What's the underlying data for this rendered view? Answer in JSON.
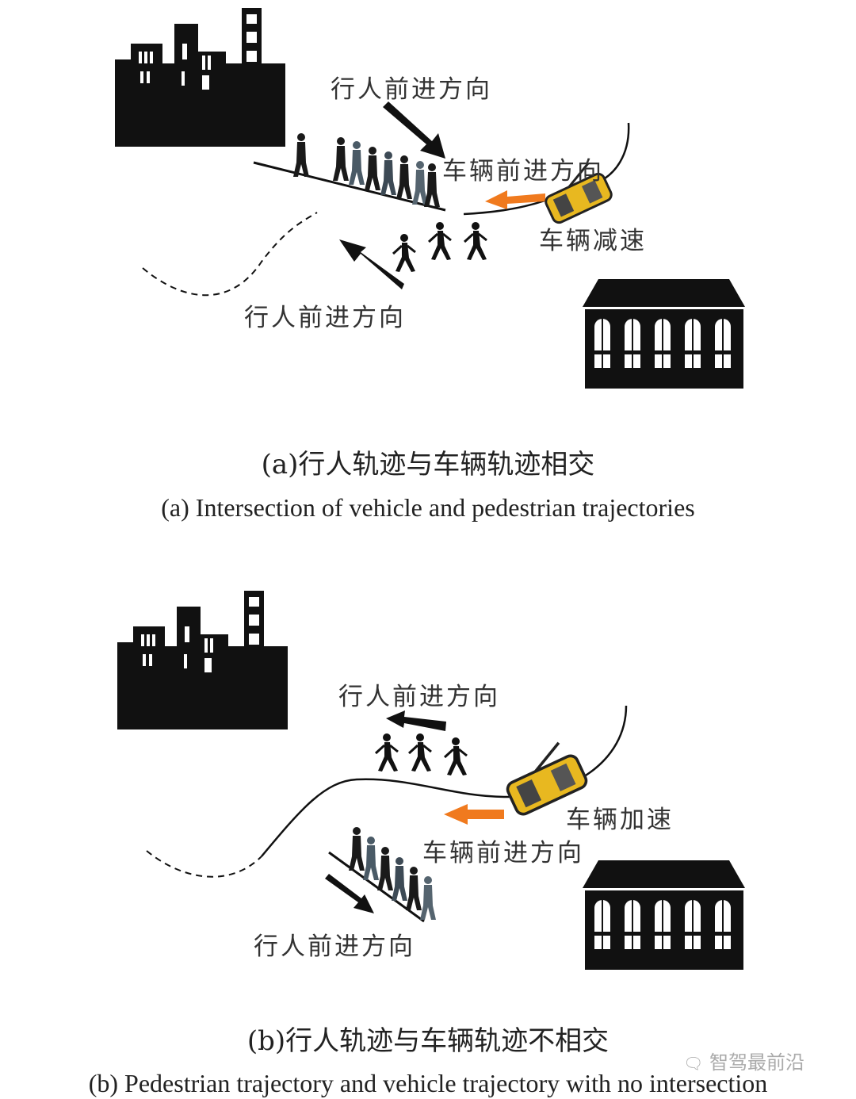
{
  "panel_a": {
    "labels": {
      "ped_dir_top": "行人前进方向",
      "veh_dir": "车辆前进方向",
      "veh_action": "车辆减速",
      "ped_dir_bottom": "行人前进方向"
    },
    "caption_zh": "(a)行人轨迹与车辆轨迹相交",
    "caption_en": "(a) Intersection of vehicle and pedestrian trajectories"
  },
  "panel_b": {
    "labels": {
      "ped_dir_top": "行人前进方向",
      "veh_action": "车辆加速",
      "veh_dir": "车辆前进方向",
      "ped_dir_bottom": "行人前进方向"
    },
    "caption_zh": "(b)行人轨迹与车辆轨迹不相交",
    "caption_en": "(b) Pedestrian trajectory and vehicle trajectory with no intersection"
  },
  "watermark": "智驾最前沿",
  "colors": {
    "arrow_orange": "#f07a1e",
    "car_yellow": "#e8b820",
    "silhouette": "#111111"
  }
}
